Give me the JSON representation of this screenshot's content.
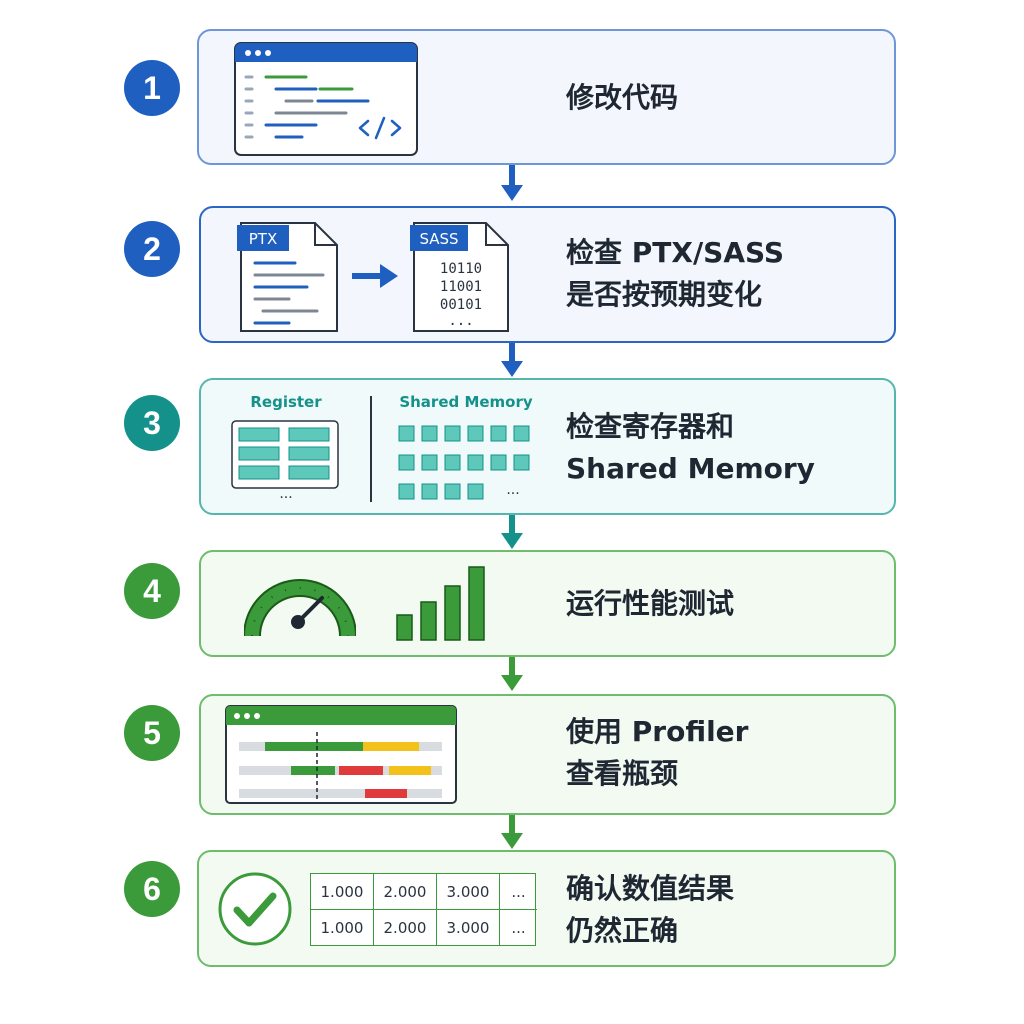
{
  "steps": [
    {
      "number": "1",
      "lines": [
        "修改代码"
      ]
    },
    {
      "number": "2",
      "lines": [
        "检查 PTX/SASS",
        "是否按预期变化"
      ]
    },
    {
      "number": "3",
      "lines": [
        "检查寄存器和",
        "Shared Memory"
      ]
    },
    {
      "number": "4",
      "lines": [
        "运行性能测试"
      ]
    },
    {
      "number": "5",
      "lines": [
        "使用 Profiler",
        "查看瓶颈"
      ]
    },
    {
      "number": "6",
      "lines": [
        "确认数值结果",
        "仍然正确"
      ]
    }
  ],
  "step2": {
    "ptx_label": "PTX",
    "sass_label": "SASS",
    "binary": [
      "10110",
      "11001",
      "00101",
      "..."
    ]
  },
  "step3": {
    "register_label": "Register",
    "shared_label": "Shared Memory",
    "ellipsis": "..."
  },
  "step6": {
    "table": [
      [
        "1.000",
        "2.000",
        "3.000",
        "..."
      ],
      [
        "1.000",
        "2.000",
        "3.000",
        "..."
      ]
    ]
  },
  "colors": {
    "blue": "#1f5fbf",
    "teal": "#13918a",
    "green": "#3b9a3a",
    "yellow": "#f2c21b",
    "red": "#e03b3b"
  }
}
